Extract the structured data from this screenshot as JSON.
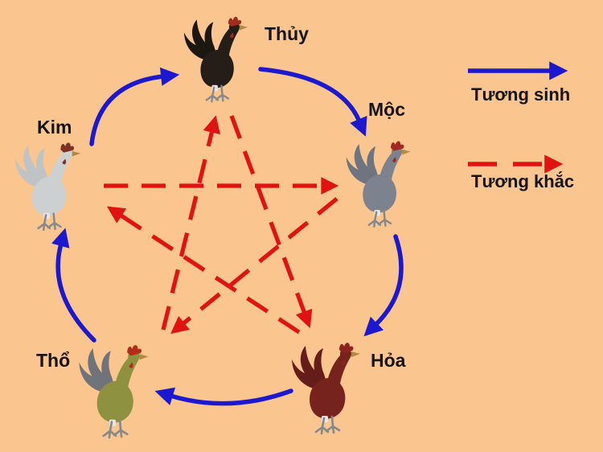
{
  "colors": {
    "bg": "#fac58e",
    "sinh": "#1c18d0",
    "khac": "#e01212",
    "text": "#141414"
  },
  "legend": {
    "items": [
      {
        "id": "tuong-sinh",
        "label": "Tương sinh",
        "line_style": "solid-blue-arrow"
      },
      {
        "id": "tuong-khac",
        "label": "Tương khắc",
        "line_style": "dashed-red-arrow"
      }
    ]
  },
  "elements": [
    {
      "id": "thuy",
      "label": "Thủy",
      "position": "top",
      "rooster": "black-rooster",
      "colors": {
        "body": "#251e18",
        "tail": "#1d1712",
        "comb": "#a02c1e"
      }
    },
    {
      "id": "moc",
      "label": "Mộc",
      "position": "right",
      "rooster": "gray-blue-rooster",
      "colors": {
        "body": "#7d828f",
        "tail": "#6e7480",
        "comb": "#9e2a20"
      }
    },
    {
      "id": "hoa",
      "label": "Hỏa",
      "position": "bottom-right",
      "rooster": "dark-red-rooster",
      "colors": {
        "body": "#77231d",
        "tail": "#641d18",
        "comb": "#8c241d"
      }
    },
    {
      "id": "tho",
      "label": "Thổ",
      "position": "bottom-left",
      "rooster": "olive-gray-rooster",
      "colors": {
        "body": "#8d9140",
        "tail": "#70747a",
        "comb": "#b22c1a"
      }
    },
    {
      "id": "kim",
      "label": "Kim",
      "position": "left",
      "rooster": "white-rooster",
      "colors": {
        "body": "#cdd0d1",
        "tail": "#bfc3c5",
        "comb": "#7e3322"
      }
    }
  ],
  "relations": {
    "tuong_sinh": [
      [
        "Kim",
        "Thủy"
      ],
      [
        "Thủy",
        "Mộc"
      ],
      [
        "Mộc",
        "Hỏa"
      ],
      [
        "Hỏa",
        "Thổ"
      ],
      [
        "Thổ",
        "Kim"
      ]
    ],
    "tuong_khac": [
      [
        "Kim",
        "Mộc"
      ],
      [
        "Mộc",
        "Thổ"
      ],
      [
        "Thổ",
        "Thủy"
      ],
      [
        "Thủy",
        "Hỏa"
      ],
      [
        "Hỏa",
        "Kim"
      ]
    ]
  }
}
